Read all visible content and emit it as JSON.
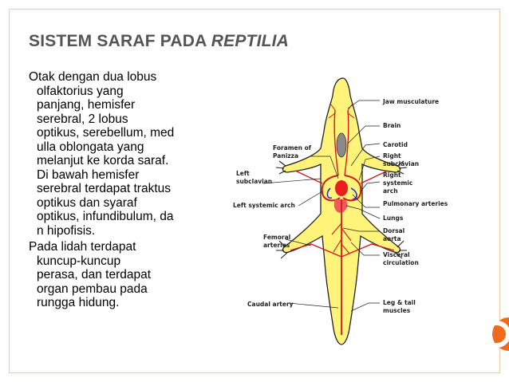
{
  "slide": {
    "title_plain": "SISTEM SARAF PADA ",
    "title_italic": "REPTILIA",
    "paragraph1": "Otak dengan dua lobus\nolfaktorius yang\npanjang, hemisfer\nserebral, 2 lobus\noptikus, serebellum, med\nulla oblongata yang\nmelanjut ke korda saraf.\nDi bawah hemisfer\nserebral terdapat traktus\noptikus dan syaraf\noptikus, infundibulum, da\nn hipofisis.",
    "paragraph2": "Pada lidah terdapat\nkuncup-kuncup\nperasa, dan terdapat\norgan pembau pada\nrungga hidung."
  },
  "diagram": {
    "labels": {
      "jaw": "Jaw musculature",
      "brain": "Brain",
      "carotid": "Carotid",
      "right_subclavian_1": "Right",
      "right_subclavian_2": "subclavian",
      "right_systemic_1": "Right",
      "right_systemic_2": "systemic",
      "right_systemic_3": "arch",
      "pulmonary": "Pulmonary arteries",
      "lungs": "Lungs",
      "dorsal_1": "Dorsal",
      "dorsal_2": "aorta",
      "visceral_1": "Visceral",
      "visceral_2": "circulation",
      "legtail_1": "Leg & tail",
      "legtail_2": "muscles",
      "foramen_1": "Foramen of",
      "foramen_2": "Panizza",
      "left_subclavian_1": "Left",
      "left_subclavian_2": "subclavian",
      "left_systemic": "Left systemic arch",
      "femoral_1": "Femoral",
      "femoral_2": "arteries",
      "caudal": "Caudal artery"
    },
    "colors": {
      "body_fill": "#fff37a",
      "artery": "#d01a1a",
      "vein": "#3030c8",
      "accent": "#f06a1d"
    }
  }
}
